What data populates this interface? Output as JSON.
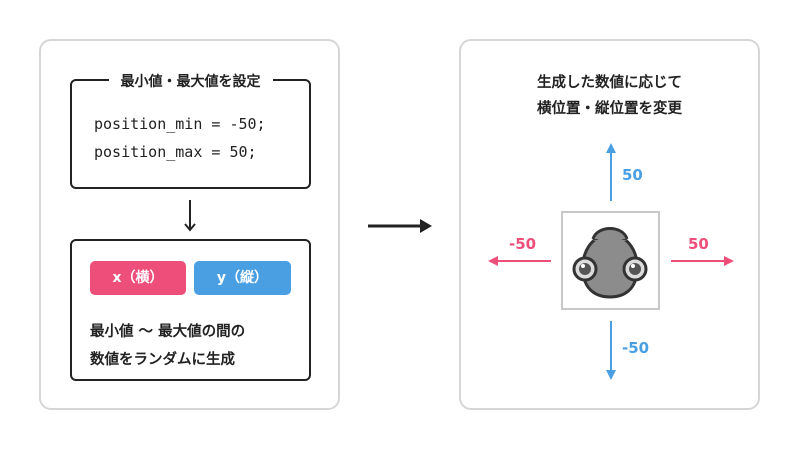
{
  "left": {
    "settings_title": "最小値・最大値を設定",
    "code": [
      "position_min = -50;",
      "position_max = 50;"
    ],
    "badge_x": "x（横）",
    "badge_y": "y（縦）",
    "description": [
      "最小値 ～ 最大値の間の",
      "数値をランダムに生成"
    ]
  },
  "right": {
    "title": [
      "生成した数値に応じて",
      "横位置・縦位置を変更"
    ],
    "up_value": "50",
    "down_value": "-50",
    "left_value": "-50",
    "right_value": "50"
  },
  "colors": {
    "pink": "#ee4f7a",
    "blue": "#4a9fe3",
    "border": "#d6d6d6",
    "character_gray": "#8c8c8c"
  }
}
